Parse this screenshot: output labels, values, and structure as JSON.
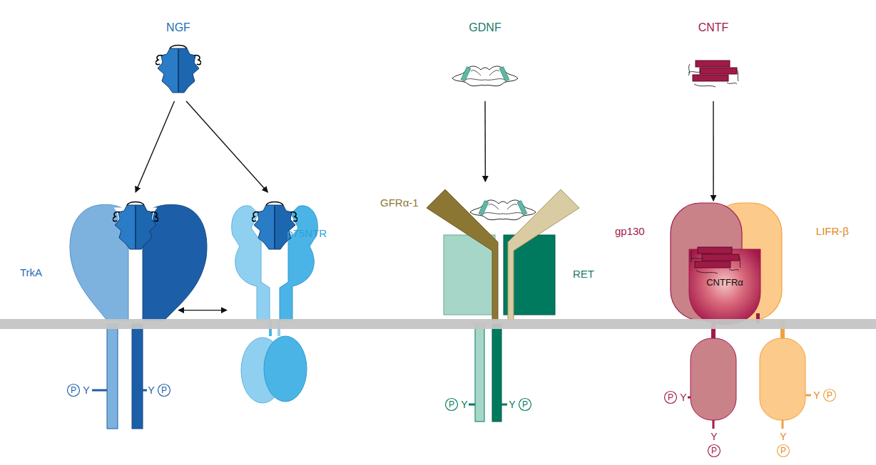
{
  "diagram": {
    "nodes": [
      {
        "text": [
          "NGF"
        ]
      },
      {
        "text": [
          "TrkA"
        ]
      },
      {
        "text": [
          "p75NTR"
        ]
      },
      {
        "text": [
          "GDNF"
        ]
      },
      {
        "text": [
          "GFRα-1"
        ]
      },
      {
        "text": [
          "RET"
        ]
      },
      {
        "text": [
          "CNTF"
        ]
      },
      {
        "text": [
          "gp130"
        ]
      },
      {
        "text": [
          "LIFR-β"
        ]
      },
      {
        "text": [
          "CNTFRα"
        ]
      }
    ],
    "edges": [
      {
        "from": 0,
        "to": 1,
        "arrow": "to"
      },
      {
        "from": 0,
        "to": 2,
        "arrow": "to"
      },
      {
        "from": 1,
        "to": 2,
        "arrow": "both"
      },
      {
        "from": 3,
        "to": 4,
        "arrow": "to"
      },
      {
        "from": 6,
        "to": 7,
        "arrow": "to"
      }
    ],
    "labels": [
      "P",
      "Y",
      "Y",
      "P",
      "P",
      "Y",
      "Y",
      "P",
      "P",
      "Y",
      "Y",
      "P",
      "Y",
      "P",
      "Y",
      "P"
    ]
  }
}
